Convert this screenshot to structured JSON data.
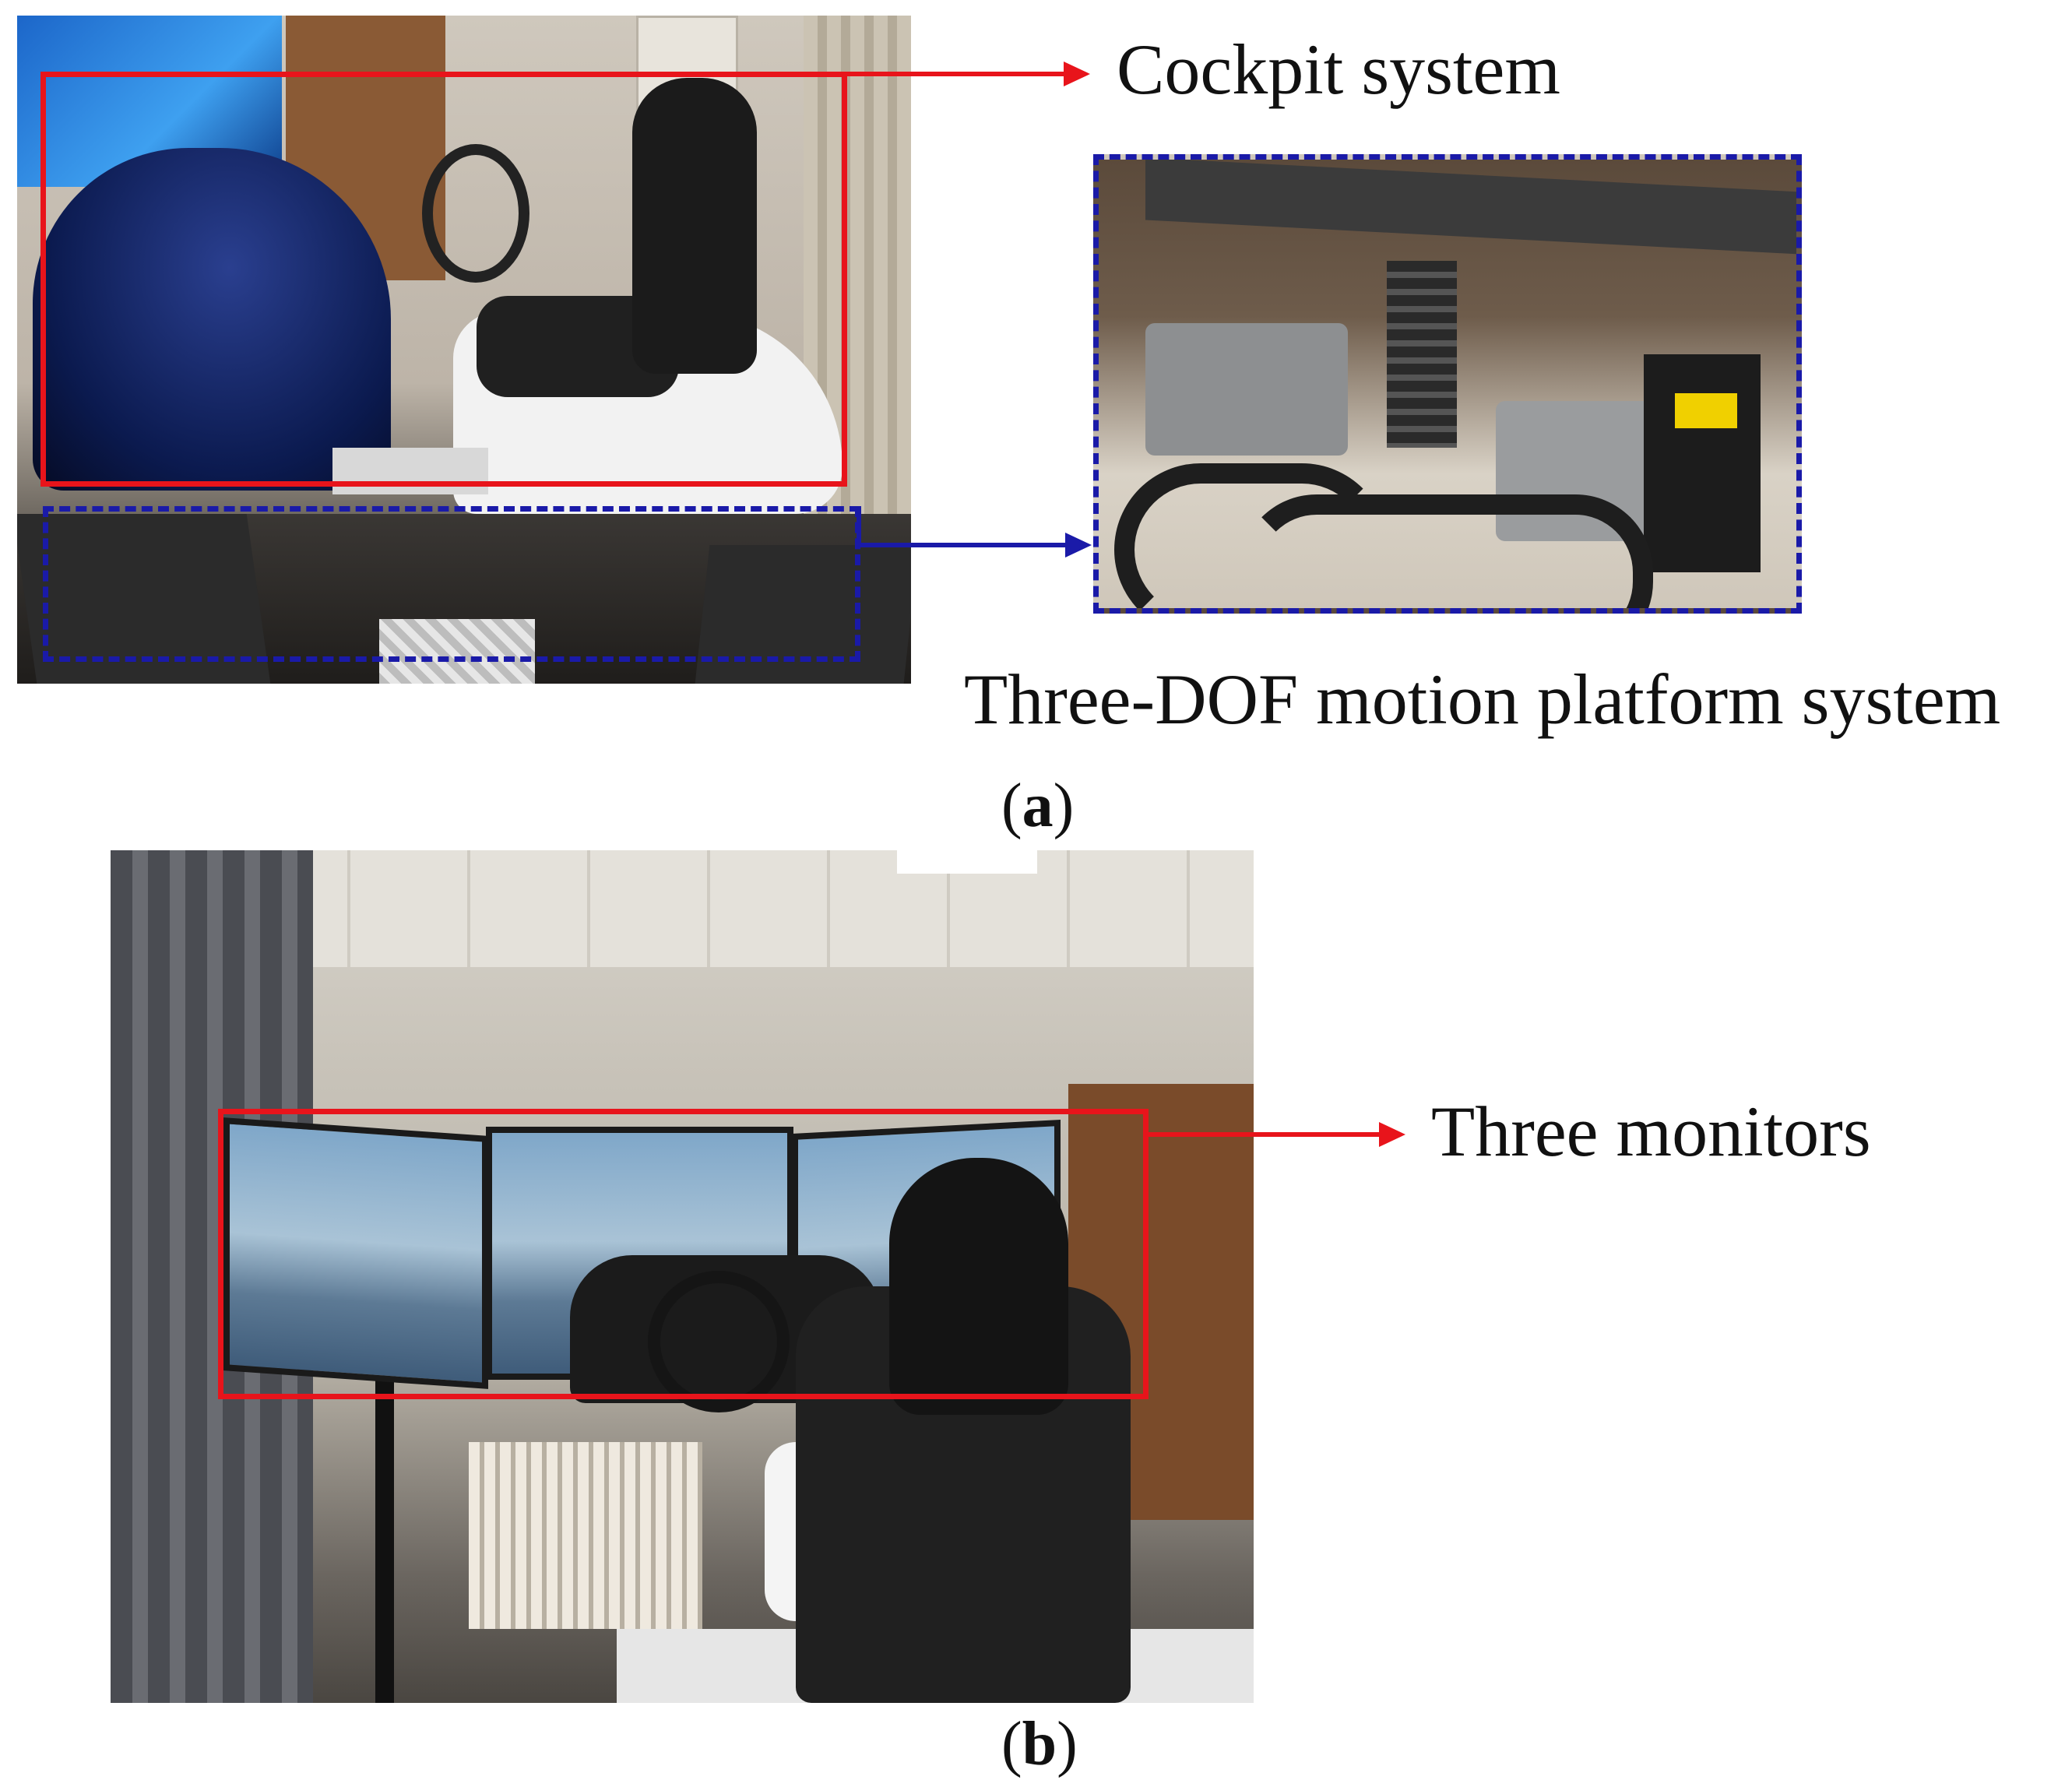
{
  "figure": {
    "panel_a": {
      "caption_open": "(",
      "caption_letter": "a",
      "caption_close": ")",
      "label_cockpit": "Cockpit system",
      "label_platform": "Three-DOF motion platform system"
    },
    "panel_b": {
      "caption_open": "(",
      "caption_letter": "b",
      "caption_close": ")",
      "label_monitors": "Three monitors"
    }
  },
  "colors": {
    "highlight_red": "#e8141b",
    "highlight_blue": "#1a1aa8"
  },
  "icons": [
    "arrow-right-icon"
  ]
}
